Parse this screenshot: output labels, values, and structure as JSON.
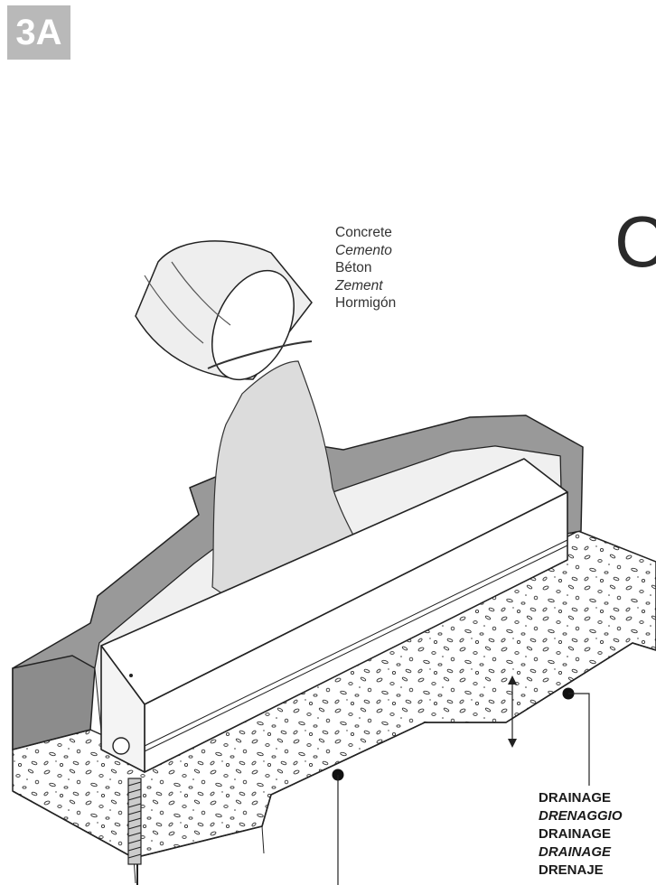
{
  "step": "3A",
  "partial_letter": "C",
  "concrete_label": {
    "en": "Concrete",
    "it": "Cemento",
    "fr": "Béton",
    "de": "Zement",
    "es": "Hormigón"
  },
  "drainage_label": {
    "en": "DRAINAGE",
    "it": "DRENAGGIO",
    "fr": "DRAINAGE",
    "de": "DRAINAGE",
    "es": "DRENAJE"
  },
  "colors": {
    "badge": "#b9b9b9",
    "trench_wall": "#999999",
    "poured_concrete": "#dcdcdc",
    "channel": "#ffffff",
    "outline": "#222222"
  }
}
